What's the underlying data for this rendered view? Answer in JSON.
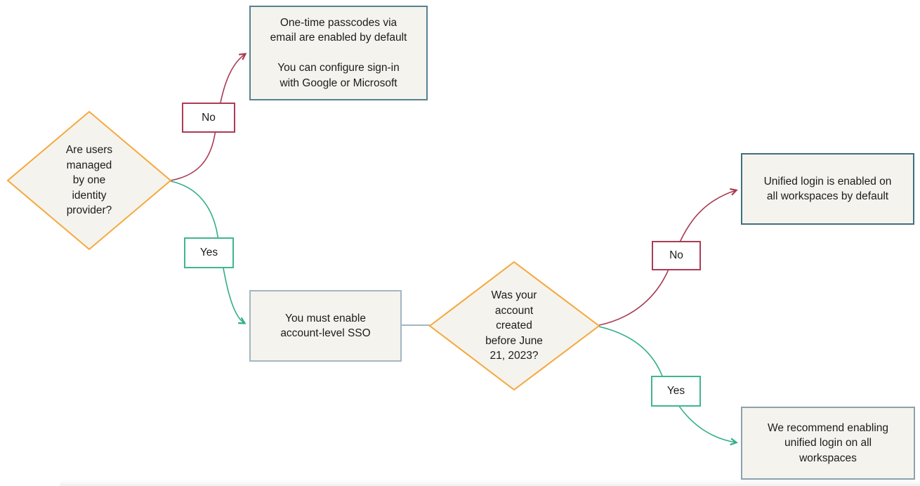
{
  "diagram": {
    "title": "Unified login decision flowchart",
    "colors": {
      "background": "#ffffff",
      "decision_border": "#f5a83c",
      "node_fill": "#f5f3ed",
      "no_color": "#a73a52",
      "yes_color": "#2fae88",
      "connector_gray": "#a2b6c2",
      "outcome_border_dark": "#3f6f7e",
      "outcome_border_medium": "#56828f",
      "outcome_border_light": "#8ca1ad",
      "text": "#1c1c1c"
    },
    "decision1": {
      "label": "Are users\nmanaged\nby one\nidentity\nprovider?"
    },
    "decision2": {
      "label": "Was your\naccount\ncreated\nbefore June\n21, 2023?"
    },
    "outcome_otp": {
      "text": "One-time passcodes via\nemail are enabled by default\n\nYou can configure sign-in\nwith Google or Microsoft"
    },
    "outcome_sso": {
      "text": "You must enable\naccount-level SSO"
    },
    "outcome_unified": {
      "text": "Unified login is enabled on\nall workspaces by default"
    },
    "outcome_recommend": {
      "text": "We recommend enabling\nunified login on all\nworkspaces"
    },
    "edge_labels": {
      "no1": "No",
      "yes1": "Yes",
      "no2": "No",
      "yes2": "Yes"
    }
  }
}
